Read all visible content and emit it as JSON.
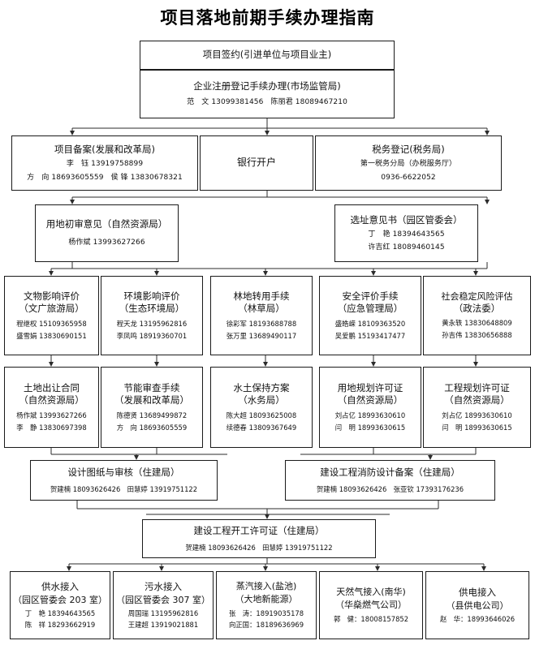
{
  "title": "项目落地前期手续办理指南",
  "nodes": {
    "n1": {
      "title": "项目签约(引进单位与项目业主)"
    },
    "n2": {
      "title": "企业注册登记手续办理(市场监管局)",
      "l1": "范　文 13099381456　陈丽君 18089467210"
    },
    "n3": {
      "title": "项目备案(发展和改革局)",
      "l1": "李　钰 13919758899",
      "l2": "方　向 18693605559　侯 锋 13830678321"
    },
    "n4": {
      "title": "银行开户"
    },
    "n5": {
      "title": "税务登记(税务局)",
      "l1": "第一税务分局（办税服务厅）",
      "l2": "0936-6622052"
    },
    "n6": {
      "title": "用地初审意见（自然资源局）",
      "l1": "杨作斌 13993627266"
    },
    "n7": {
      "title": "选址意见书（园区管委会）",
      "l1": "丁　艳 18394643565",
      "l2": "许吉红 18089460145"
    },
    "n8": {
      "title": "文物影响评价",
      "title2": "（文广旅游局）",
      "l1": "程继权 15109365958",
      "l2": "盛雪娟 13830690151"
    },
    "n9": {
      "title": "环境影响评价",
      "title2": "（生态环境局）",
      "l1": "程天龙 13195962816",
      "l2": "李凤鸣 18919360701"
    },
    "n10": {
      "title": "林地转用手续",
      "title2": "（林草局）",
      "l1": "徐彩军 18193688788",
      "l2": "张万里 13689490117"
    },
    "n11": {
      "title": "安全评价手续",
      "title2": "（应急管理局）",
      "l1": "盛皓嵘 18109363520",
      "l2": "吴爱鹏 15193417477"
    },
    "n12": {
      "title": "社会稳定风险评估",
      "title2": "（政法委）",
      "l1": "黄永轶 13830648809",
      "l2": "孙吉伟 13830656888"
    },
    "n13": {
      "title": "土地出让合同",
      "title2": "（自然资源局）",
      "l1": "杨作斌 13993627266",
      "l2": "李　静 13830697398"
    },
    "n14": {
      "title": "节能审查手续",
      "title2": "（发展和改革局）",
      "l1": "陈德贤 13689499872",
      "l2": "方　向 18693605559"
    },
    "n15": {
      "title": "水土保持方案",
      "title2": "（水务局）",
      "l1": "陈大超 18093625008",
      "l2": "续德春 13809367649"
    },
    "n16": {
      "title": "用地规划许可证",
      "title2": "（自然资源局）",
      "l1": "刘占亿 18993630610",
      "l2": "闫　明 18993630615"
    },
    "n17": {
      "title": "工程规划许可证",
      "title2": "（自然资源局）",
      "l1": "刘占亿 18993630610",
      "l2": "闫　明 18993630615"
    },
    "n18": {
      "title": "设计图纸与审核（住建局）",
      "l1": "贺建楠 18093626426　田慧婷 13919751122"
    },
    "n19": {
      "title": "建设工程消防设计备案（住建局）",
      "l1": "贺建楠 18093626426　张亚钦 17393176236"
    },
    "n20": {
      "title": "建设工程开工许可证（住建局）",
      "l1": "贺建楠 18093626426　田慧婷 13919751122"
    },
    "n21": {
      "title": "供水接入",
      "title2": "（园区管委会 203 室）",
      "l1": "丁　艳 18394643565",
      "l2": "陈　祥 18293662919"
    },
    "n22": {
      "title": "污水接入",
      "title2": "（园区管委会 307 室）",
      "l1": "周国瑞 13195962816",
      "l2": "王建超 13919021881"
    },
    "n23": {
      "title": "蒸汽接入(盐池)",
      "title2": "（大地新能源）",
      "l1": "张　涛：18919035178",
      "l2": "向正国：18189636969"
    },
    "n24": {
      "title": "天然气接入(南华)",
      "title2": "（华燊燃气公司）",
      "l1": "郭　健：18008157852"
    },
    "n25": {
      "title": "供电接入",
      "title2": "（县供电公司）",
      "l1": "赵　华：18993646026"
    }
  },
  "colors": {
    "border": "#1a1a1a",
    "line": "#2b2b2b",
    "text": "#111111",
    "background": "#ffffff"
  }
}
